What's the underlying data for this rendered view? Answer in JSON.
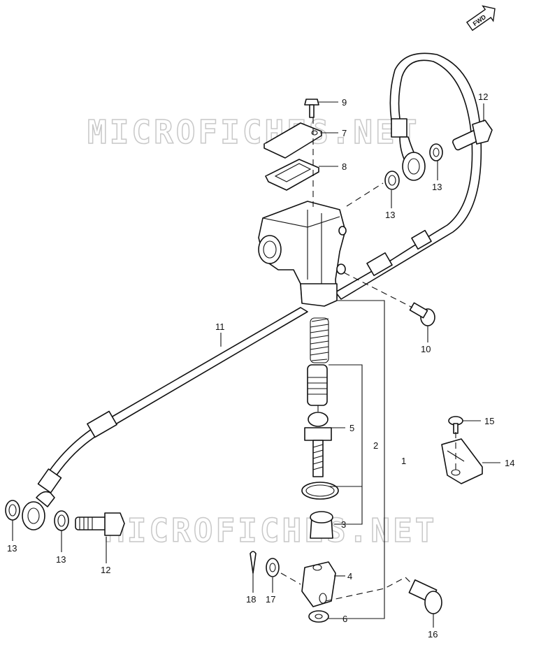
{
  "fwd_badge": "FWD",
  "watermark": "MICROFICHES.NET",
  "callouts": {
    "c1": "1",
    "c2": "2",
    "c3": "3",
    "c4": "4",
    "c5": "5",
    "c6": "6",
    "c7": "7",
    "c8": "8",
    "c9": "9",
    "c10": "10",
    "c11": "11",
    "c12a": "12",
    "c12b": "12",
    "c13a": "13",
    "c13b": "13",
    "c13c": "13",
    "c13d": "13",
    "c14": "14",
    "c15": "15",
    "c16": "16",
    "c17": "17",
    "c18": "18"
  }
}
